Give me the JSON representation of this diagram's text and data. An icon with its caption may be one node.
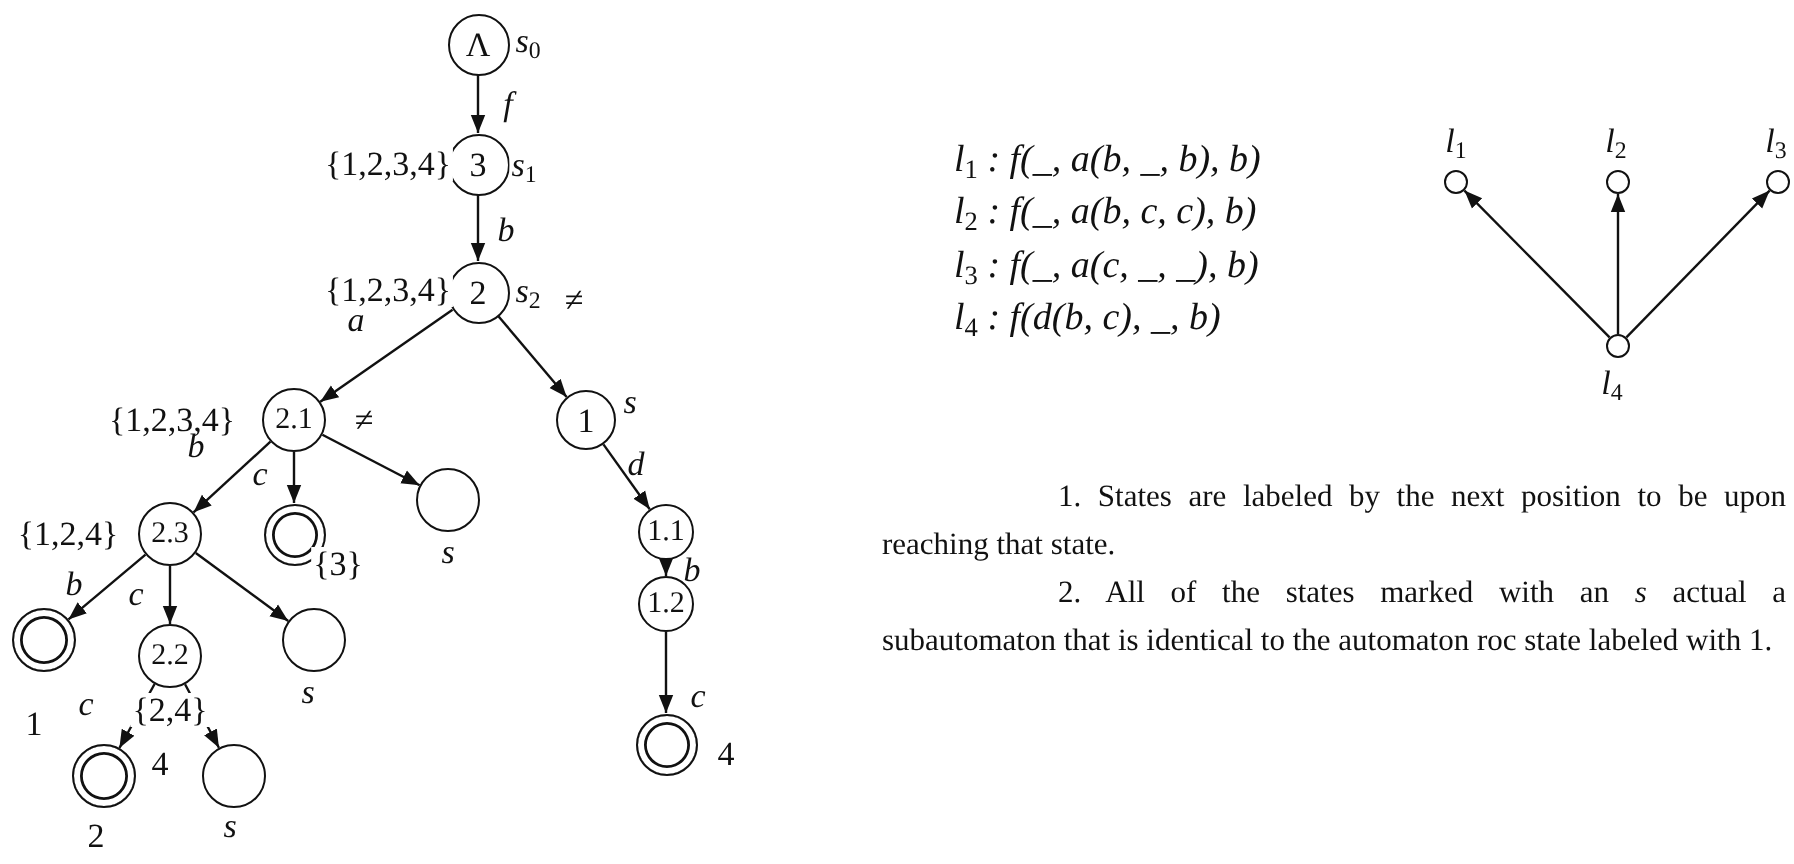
{
  "diagram": {
    "nodes": [
      {
        "text": [
          "Λ"
        ],
        "beside": [
          "s$_{0}$"
        ]
      },
      {
        "text": [
          "3"
        ],
        "beside": [
          "{1,2,3,4}",
          "s$_{1}$"
        ]
      },
      {
        "text": [
          "2"
        ],
        "beside": [
          "{1,2,3,4}",
          "s$_{2}$",
          "≠"
        ]
      },
      {
        "text": [
          "2.1"
        ],
        "beside": [
          "{1,2,3,4}",
          "≠"
        ]
      },
      {
        "text": [
          "1"
        ],
        "beside": [
          "s"
        ]
      },
      {
        "text": [
          "2.3"
        ],
        "beside": [
          "{1,2,4}"
        ]
      },
      {
        "text": [],
        "shape": "double-circle",
        "beside": [
          "{3}"
        ]
      },
      {
        "text": [],
        "shape": "circle",
        "beside": [
          "s"
        ]
      },
      {
        "text": [],
        "shape": "double-circle",
        "beside": [
          "1"
        ]
      },
      {
        "text": [
          "2.2"
        ],
        "beside": [
          "{2,4}"
        ]
      },
      {
        "text": [],
        "shape": "circle",
        "beside": [
          "s"
        ]
      },
      {
        "text": [],
        "shape": "double-circle",
        "beside": [
          "4",
          "2"
        ]
      },
      {
        "text": [],
        "shape": "circle",
        "beside": [
          "s"
        ]
      },
      {
        "text": [
          "1.1"
        ]
      },
      {
        "text": [
          "1.2"
        ]
      },
      {
        "text": [],
        "shape": "double-circle",
        "beside": [
          "4"
        ]
      },
      {
        "text": [],
        "shape": "circle",
        "beside": [
          "l$_{1}$"
        ]
      },
      {
        "text": [],
        "shape": "circle",
        "beside": [
          "l$_{2}$"
        ]
      },
      {
        "text": [],
        "shape": "circle",
        "beside": [
          "l$_{3}$"
        ]
      },
      {
        "text": [],
        "shape": "circle",
        "beside": [
          "l$_{4}$"
        ]
      }
    ],
    "edges": [
      {
        "from": 0,
        "to": 1,
        "arrow": "to",
        "label": "f"
      },
      {
        "from": 1,
        "to": 2,
        "arrow": "to",
        "label": "b"
      },
      {
        "from": 2,
        "to": 3,
        "arrow": "to",
        "label": "a"
      },
      {
        "from": 2,
        "to": 4,
        "arrow": "to"
      },
      {
        "from": 3,
        "to": 5,
        "arrow": "to",
        "label": "b"
      },
      {
        "from": 3,
        "to": 6,
        "arrow": "to",
        "label": "c"
      },
      {
        "from": 3,
        "to": 7,
        "arrow": "to"
      },
      {
        "from": 4,
        "to": 13,
        "arrow": "to",
        "label": "d"
      },
      {
        "from": 5,
        "to": 8,
        "arrow": "to",
        "label": "b"
      },
      {
        "from": 5,
        "to": 9,
        "arrow": "to",
        "label": "c"
      },
      {
        "from": 5,
        "to": 10,
        "arrow": "to"
      },
      {
        "from": 9,
        "to": 11,
        "arrow": "to",
        "label": "c"
      },
      {
        "from": 9,
        "to": 12,
        "arrow": "to"
      },
      {
        "from": 13,
        "to": 14,
        "arrow": "to",
        "label": "b"
      },
      {
        "from": 14,
        "to": 15,
        "arrow": "to",
        "label": "c"
      },
      {
        "from": 19,
        "to": 16,
        "arrow": "to"
      },
      {
        "from": 19,
        "to": 17,
        "arrow": "to"
      },
      {
        "from": 19,
        "to": 18,
        "arrow": "to"
      }
    ],
    "labels": [
      "l$_{1}$ : f(_, a(b, _, b), b)",
      "l$_{2}$ : f(_, a(b, c, c), b)",
      "l$_{3}$ : f(_, a(c, _, _), b)",
      "l$_{4}$ : f(d(b, c), _, b)",
      "1. States are labeled by the next position to be upon reaching that state.",
      "2. All of the states marked with an *s* actual a subautomaton that is identical to the automaton roc state labeled with 1."
    ]
  }
}
